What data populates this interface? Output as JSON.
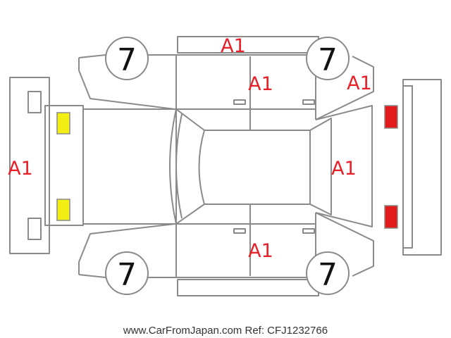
{
  "colors": {
    "outline": "#8a8a8a",
    "damage_code": "#e8202a",
    "front_lamp": "#f3ee14",
    "rear_lamp": "#e21a1a",
    "tire_text": "#111111"
  },
  "codes": {
    "roof_top": "A1",
    "top_doors": "A1",
    "rear_right_quarter": "A1",
    "front_bumper": "A1",
    "rear_window": "A1",
    "bottom_doors": "A1"
  },
  "tires": {
    "front_top": "7",
    "rear_top": "7",
    "front_bottom": "7",
    "rear_bottom": "7"
  },
  "footer": {
    "site": "www.CarFromJapan.com",
    "ref": "Ref: CFJ1232766"
  }
}
